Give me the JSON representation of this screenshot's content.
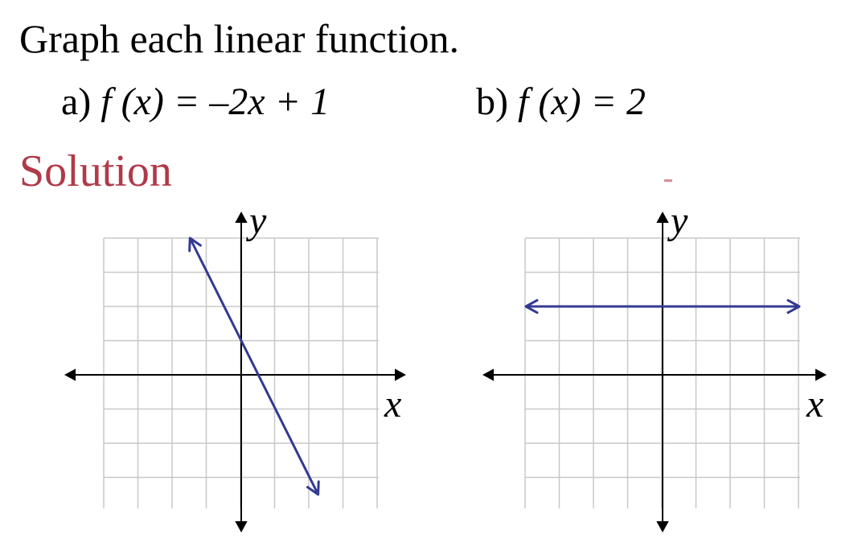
{
  "problem": {
    "title": "Graph each linear function.",
    "parts": [
      {
        "label": "a)",
        "expr": "f (x) = –2x + 1"
      },
      {
        "label": "b)",
        "expr": "f (x) = 2"
      }
    ]
  },
  "solution_label": "Solution",
  "colors": {
    "solution_text": "#b03a48",
    "line": "#343a91",
    "grid": "#c8c8c8",
    "axis": "#000000"
  },
  "chart_data": [
    {
      "type": "line",
      "function": "f(x) = -2x + 1",
      "x": [
        -1.5,
        2.25
      ],
      "y": [
        4,
        -3.5
      ],
      "xlabel": "x",
      "ylabel": "y",
      "grid": true,
      "arrows": "both ends"
    },
    {
      "type": "line",
      "function": "f(x) = 2",
      "x": [
        -4,
        4
      ],
      "y": [
        2,
        2
      ],
      "xlabel": "x",
      "ylabel": "y",
      "grid": true,
      "arrows": "both ends"
    }
  ]
}
